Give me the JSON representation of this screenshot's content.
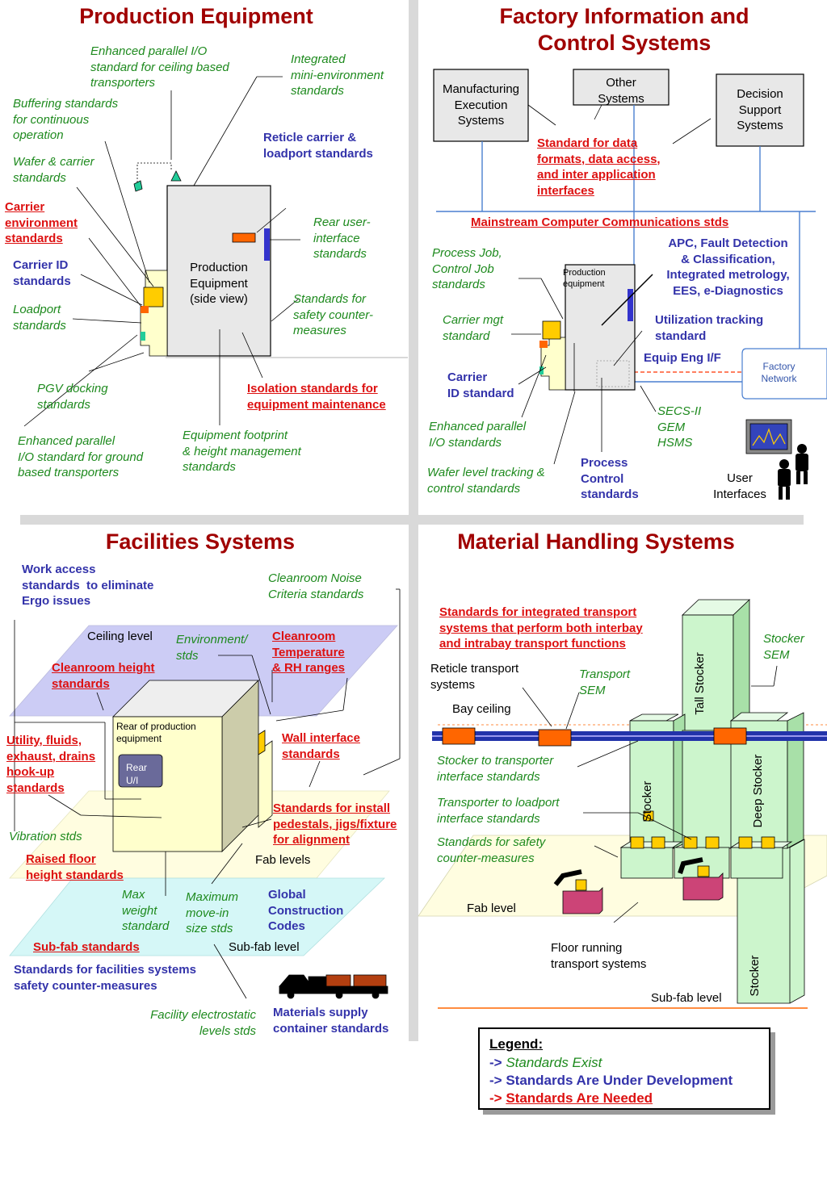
{
  "quadrants": {
    "production": {
      "title": "Production Equipment",
      "equipment_label": "Production\nEquipment\n(side view)",
      "labels": {
        "ceiling_io": "Enhanced parallel I/O\nstandard for ceiling based\ntransporters",
        "mini_env": "Integrated\nmini-environment\nstandards",
        "buffering": "Buffering standards\nfor continuous\noperation",
        "reticle": "Reticle carrier &\nloadport standards",
        "wafer_carrier": "Wafer & carrier\nstandards",
        "carrier_env": "Carrier\nenvironment\nstandards",
        "rear_ui": "Rear user-\ninterface\nstandards",
        "carrier_id": "Carrier ID\nstandards",
        "safety": "Standards for\nsafety counter-\nmeasures",
        "loadport": "Loadport\nstandards",
        "pgv": "PGV docking\nstandards",
        "isolation": "Isolation standards for\nequipment maintenance",
        "ground_io": "Enhanced parallel\nI/O standard for ground\nbased transporters",
        "footprint": "Equipment footprint\n& height management\nstandards"
      }
    },
    "factory_info": {
      "title": "Factory Information and\nControl Systems",
      "boxes": {
        "mes": "Manufacturing\nExecution\nSystems",
        "other": "Other\nSystems",
        "dss": "Decision\nSupport\nSystems"
      },
      "labels": {
        "data_formats": "Standard for data\nformats, data access,\nand inter application\ninterfaces",
        "mainstream": "Mainstream Computer Communications stds",
        "process_job": "Process Job,\nControl Job\nstandards",
        "prod_equip": "Production\nequipment",
        "apc": "APC, Fault Detection\n& Classification,\nIntegrated metrology,\nEES, e-Diagnostics",
        "carrier_mgt": "Carrier mgt\nstandard",
        "utilization": "Utilization tracking\nstandard",
        "equip_eng": "Equip Eng I/F",
        "factory_network": "Factory\nNetwork",
        "carrier_id": "Carrier\nID standard",
        "parallel_io": "Enhanced parallel\nI/O standards",
        "secs": "SECS-II\nGEM\nHSMS",
        "wafer_tracking": "Wafer level tracking &\ncontrol standards",
        "process_control": "Process\nControl\nstandards",
        "user_interfaces": "User\nInterfaces"
      }
    },
    "facilities": {
      "title": "Facilities Systems",
      "labels": {
        "work_access": "Work access\nstandards  to eliminate\nErgo issues",
        "noise": "Cleanroom Noise\nCriteria standards",
        "ceiling_level": "Ceiling level",
        "environment": "Environment/\nstds",
        "temp_rh": "Cleanroom\nTemperature\n& RH ranges",
        "height": "Cleanroom height\nstandards",
        "rear_equipment": "Rear of production\nequipment",
        "rear_ui": "Rear\nU/I",
        "utility": "Utility, fluids,\nexhaust, drains\nhook-up\nstandards",
        "wall": "Wall interface\nstandards",
        "pedestals": "Standards for install\npedestals, jigs/fixture\nfor alignment",
        "vibration": "Vibration stds",
        "fab_levels": "Fab levels",
        "raised_floor": "Raised floor\nheight standards",
        "max_weight": "Max\nweight\nstandard",
        "move_in": "Maximum\nmove-in\nsize stds",
        "global_codes": "Global\nConstruction\nCodes",
        "sub_fab_std": "Sub-fab standards",
        "sub_fab_level": "Sub-fab level",
        "safety": "Standards for facilities systems\nsafety counter-measures",
        "electrostatic": "Facility electrostatic\nlevels stds",
        "materials": "Materials supply\ncontainer standards"
      }
    },
    "material": {
      "title": "Material Handling Systems",
      "labels": {
        "integrated_transport": "Standards for integrated transport\nsystems that perform both interbay\nand intrabay transport functions",
        "stocker_sem": "Stocker\nSEM",
        "reticle_transport": "Reticle transport\nsystems",
        "transport_sem": "Transport\nSEM",
        "tall_stocker": "Tall Stocker",
        "bay_ceiling": "Bay ceiling",
        "stocker_transporter": "Stocker to transporter\ninterface standards",
        "deep_stocker": "Deep Stocker",
        "stocker": "Stocker",
        "transporter_loadport": "Transporter to loadport\ninterface standards",
        "safety": "Standards for safety\ncounter-measures",
        "fab_level": "Fab level",
        "floor_running": "Floor running\ntransport systems",
        "sub_fab_level": "Sub-fab level",
        "stocker_bottom": "Stocker"
      }
    }
  },
  "legend": {
    "title": "Legend:",
    "arrow": "->",
    "exist": "Standards Exist",
    "development": "Standards Are Under Development",
    "needed": "Standards Are Needed"
  },
  "colors": {
    "title": "#a00000",
    "exist": "#1e8a1e",
    "development": "#3333aa",
    "needed": "#dd1111",
    "divider": "#d9d9d9",
    "network": "#4a7fd0",
    "equipment": "#e8e8e8",
    "stocker": "#ccf5cc",
    "foup": "#ffcc00",
    "transport": "#ff6600"
  }
}
